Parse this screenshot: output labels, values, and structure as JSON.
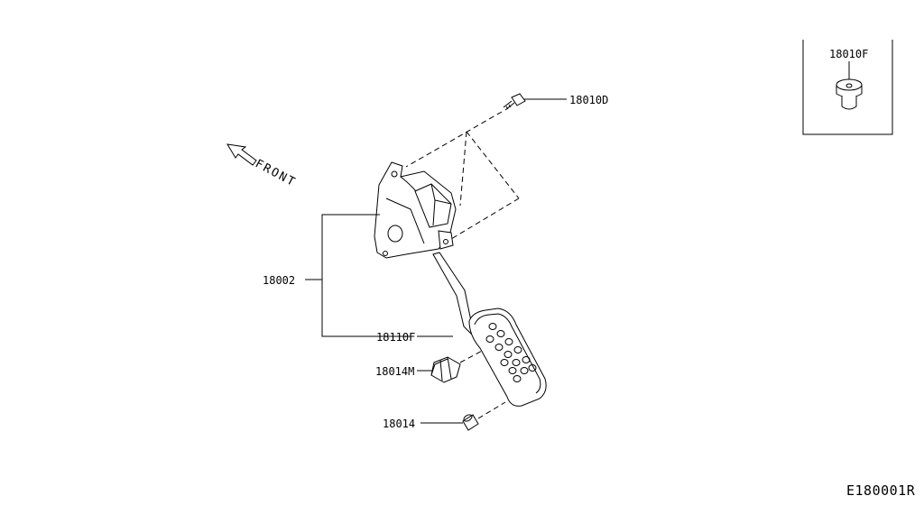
{
  "orientation": {
    "arrow_label": "FRONT"
  },
  "callouts": {
    "bolt": "18010D",
    "inset_part": "18010F",
    "assembly": "18002",
    "pedal_arm": "18110F",
    "bracket_clip": "18014M",
    "stopper": "18014"
  },
  "reference_code": "E180001R"
}
